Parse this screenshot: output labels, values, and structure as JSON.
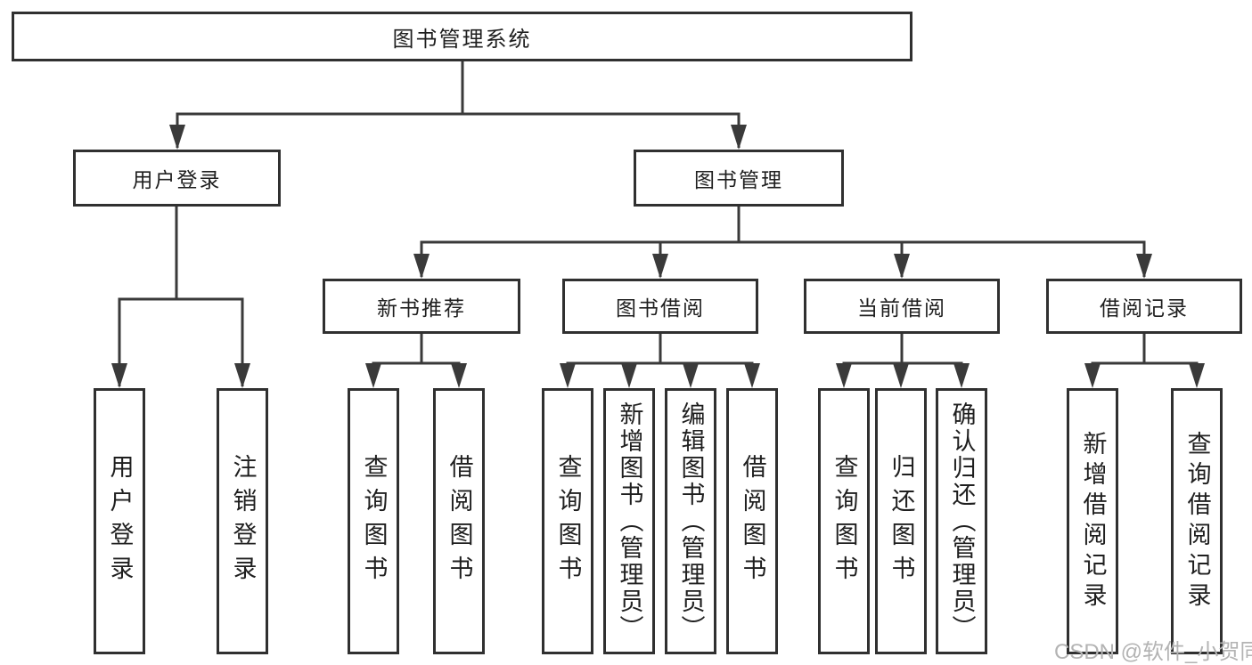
{
  "diagram": {
    "root": {
      "label": "图书管理系统"
    },
    "level2": [
      {
        "label": "用户登录"
      },
      {
        "label": "图书管理"
      }
    ],
    "level3": [
      {
        "label": "新书推荐"
      },
      {
        "label": "图书借阅"
      },
      {
        "label": "当前借阅"
      },
      {
        "label": "借阅记录"
      }
    ],
    "leaves": [
      {
        "label": "用户登录"
      },
      {
        "label": "注销登录"
      },
      {
        "label": "查询图书"
      },
      {
        "label": "借阅图书"
      },
      {
        "label": "查询图书"
      },
      {
        "label": "新增图书（管理员）"
      },
      {
        "label": "编辑图书（管理员）"
      },
      {
        "label": "借阅图书"
      },
      {
        "label": "查询图书"
      },
      {
        "label": "归还图书"
      },
      {
        "label": "确认归还（管理员）"
      },
      {
        "label": "新增借阅记录"
      },
      {
        "label": "查询借阅记录"
      }
    ]
  },
  "watermark": {
    "text": "CSDN @软件_小贺同学"
  },
  "colors": {
    "line": "#3a3a3a",
    "border": "#303030",
    "text": "#1f1f1f",
    "watermark": "#b3b3b3",
    "background": "#ffffff"
  }
}
